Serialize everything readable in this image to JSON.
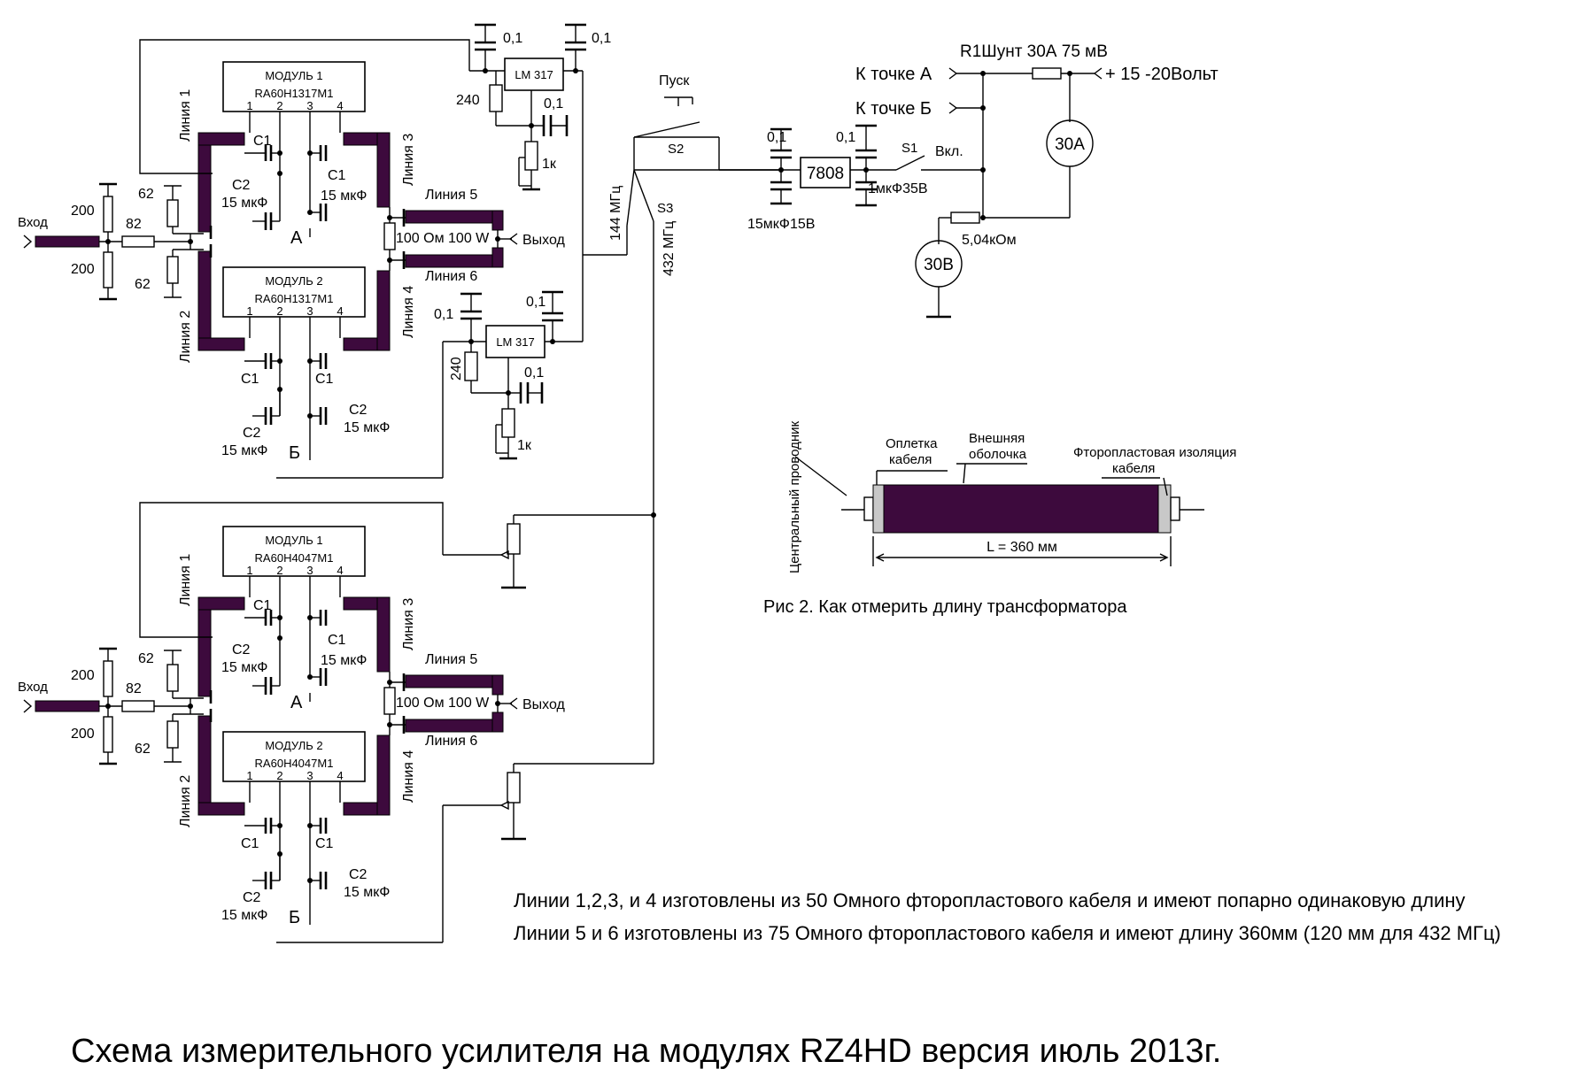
{
  "title": "Схема измерительного усилителя на модулях RZ4HD  версия июль 2013г.",
  "notes": [
    "Линии 1,2,3, и 4 изготовлены из 50 Омного  фторопластового кабеля и имеют попарно одинаковую длину",
    "Линии 5 и 6 изготовлены из 75 Омного  фторопластового кабеля и имеют  длину  360мм (120 мм для 432 МГц)"
  ],
  "amp144": {
    "module1": "МОДУЛЬ 1",
    "module2": "МОДУЛЬ 2",
    "part": "RA60H1317M1"
  },
  "amp432": {
    "module1": "МОДУЛЬ 1",
    "module2": "МОДУЛЬ 2",
    "part": "RA60H4047M1"
  },
  "labels": {
    "input": "Вход",
    "output": "Выход",
    "line1": "Линия 1",
    "line2": "Линия 2",
    "line3": "Линия 3",
    "line4": "Линия 4",
    "line5": "Линия 5",
    "line6": "Линия 6",
    "load": "100 Ом 100 W",
    "r200": "200",
    "r82": "82",
    "r62": "62",
    "c1": "С1",
    "c2": "С2",
    "c15": "15 мкФ",
    "c15b": "15 мкФ",
    "pointA": "А",
    "pointB": "Б",
    "pins": [
      "1",
      "2",
      "3",
      "4"
    ]
  },
  "regulator": {
    "chip": "LM 317",
    "r240": "240",
    "r1k": "1к",
    "c01": "0,1"
  },
  "switching": {
    "start": "Пуск",
    "s2": "S2",
    "s3": "S3",
    "s1": "S1",
    "on": "Вкл.",
    "f144": "144 МГц",
    "f432": "432 МГц",
    "reg7808": "7808",
    "c15v": "15мкФ15В",
    "c35v": "1мкФ35В",
    "cap01": "0,1"
  },
  "power": {
    "shunt": "R1Шунт 30А 75 мВ",
    "toA": "К точке А",
    "toB": "К точке Б",
    "supply": "+ 15 -20Вольт",
    "ammeter": "30А",
    "voltmeter": "30В",
    "rvolt": "5,04кОм"
  },
  "fig2": {
    "center": "Центральный проводник",
    "braid_1": "Оплетка",
    "braid_2": "кабеля",
    "jacket_1": "Внешняя",
    "jacket_2": "оболочка",
    "ptfe_1": "Фторопластовая изоляция",
    "ptfe_2": "кабеля",
    "length": "L = 360 мм",
    "caption": "Рис 2. Как отмерить длину трансформатора"
  }
}
